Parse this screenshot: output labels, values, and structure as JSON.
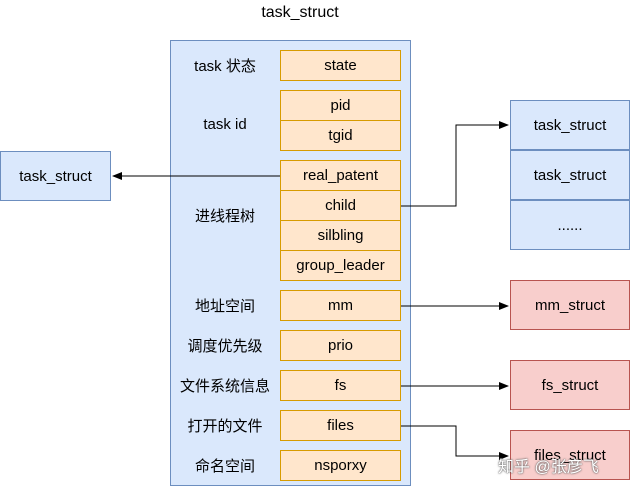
{
  "diagram": {
    "title": "task_struct",
    "labels": {
      "task_state": "task 状态",
      "task_id": "task id",
      "process_tree": "进线程树",
      "address_space": "地址空间",
      "priority": "调度优先级",
      "fs_info": "文件系统信息",
      "open_files": "打开的文件",
      "namespace": "命名空间"
    },
    "fields": {
      "state": "state",
      "pid": "pid",
      "tgid": "tgid",
      "real_parent": "real_patent",
      "child": "child",
      "sibling": "silbling",
      "group_leader": "group_leader",
      "mm": "mm",
      "prio": "prio",
      "fs": "fs",
      "files": "files",
      "nsproxy": "nsporxy"
    },
    "left_box": "task_struct",
    "children_list": [
      "task_struct",
      "task_struct",
      "......"
    ],
    "targets": {
      "mm_struct": "mm_struct",
      "fs_struct": "fs_struct",
      "files_struct": "files_struct"
    },
    "watermark": "知乎 @张彦飞",
    "colors": {
      "blue_fill": "#dae8fc",
      "blue_stroke": "#6c8ebf",
      "orange_fill": "#ffe6cc",
      "orange_stroke": "#d79b00",
      "red_fill": "#f8cecc",
      "red_stroke": "#b85450"
    }
  }
}
